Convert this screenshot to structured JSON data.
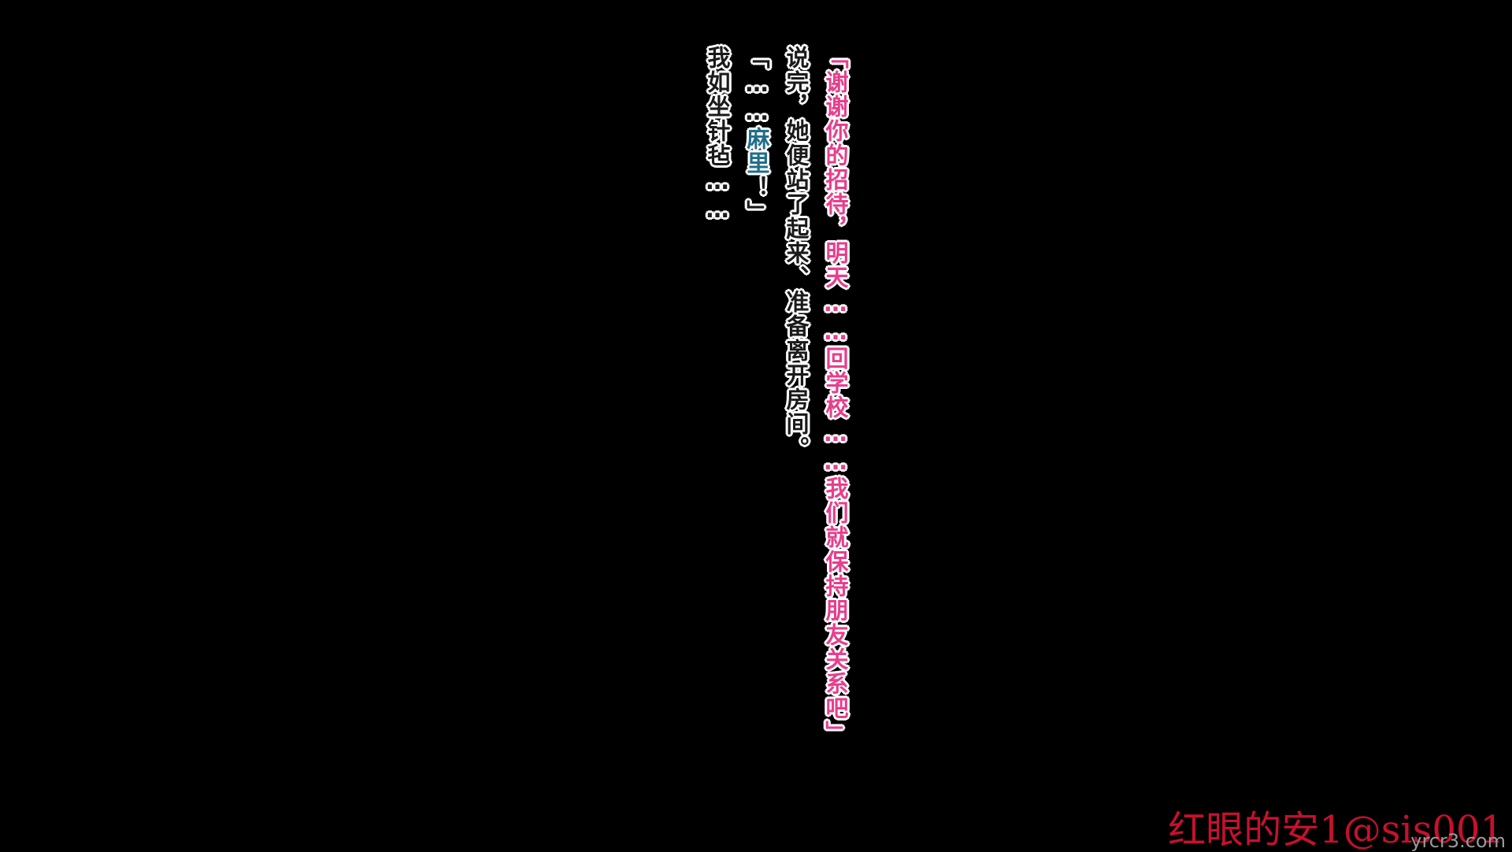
{
  "dialogue": {
    "line1": "「谢谢你的招待，明天……回学校……我们就保持朋友关系吧」",
    "line2": "说完，她便站了起来、准备离开房间。",
    "line3_prefix": "「……",
    "line3_name": "麻里",
    "line3_suffix": "！」",
    "line4": "我如坐针毡……"
  },
  "watermark": {
    "text": "红眼的安1@sis001",
    "site": "yrcr3.com"
  },
  "colors": {
    "background": "#000000",
    "speech_pink": "#e83e8c",
    "narration": "#1a1a1a",
    "name_teal": "#1f6f8b",
    "outline": "#ffffff",
    "watermark_red": "#c8102e"
  }
}
